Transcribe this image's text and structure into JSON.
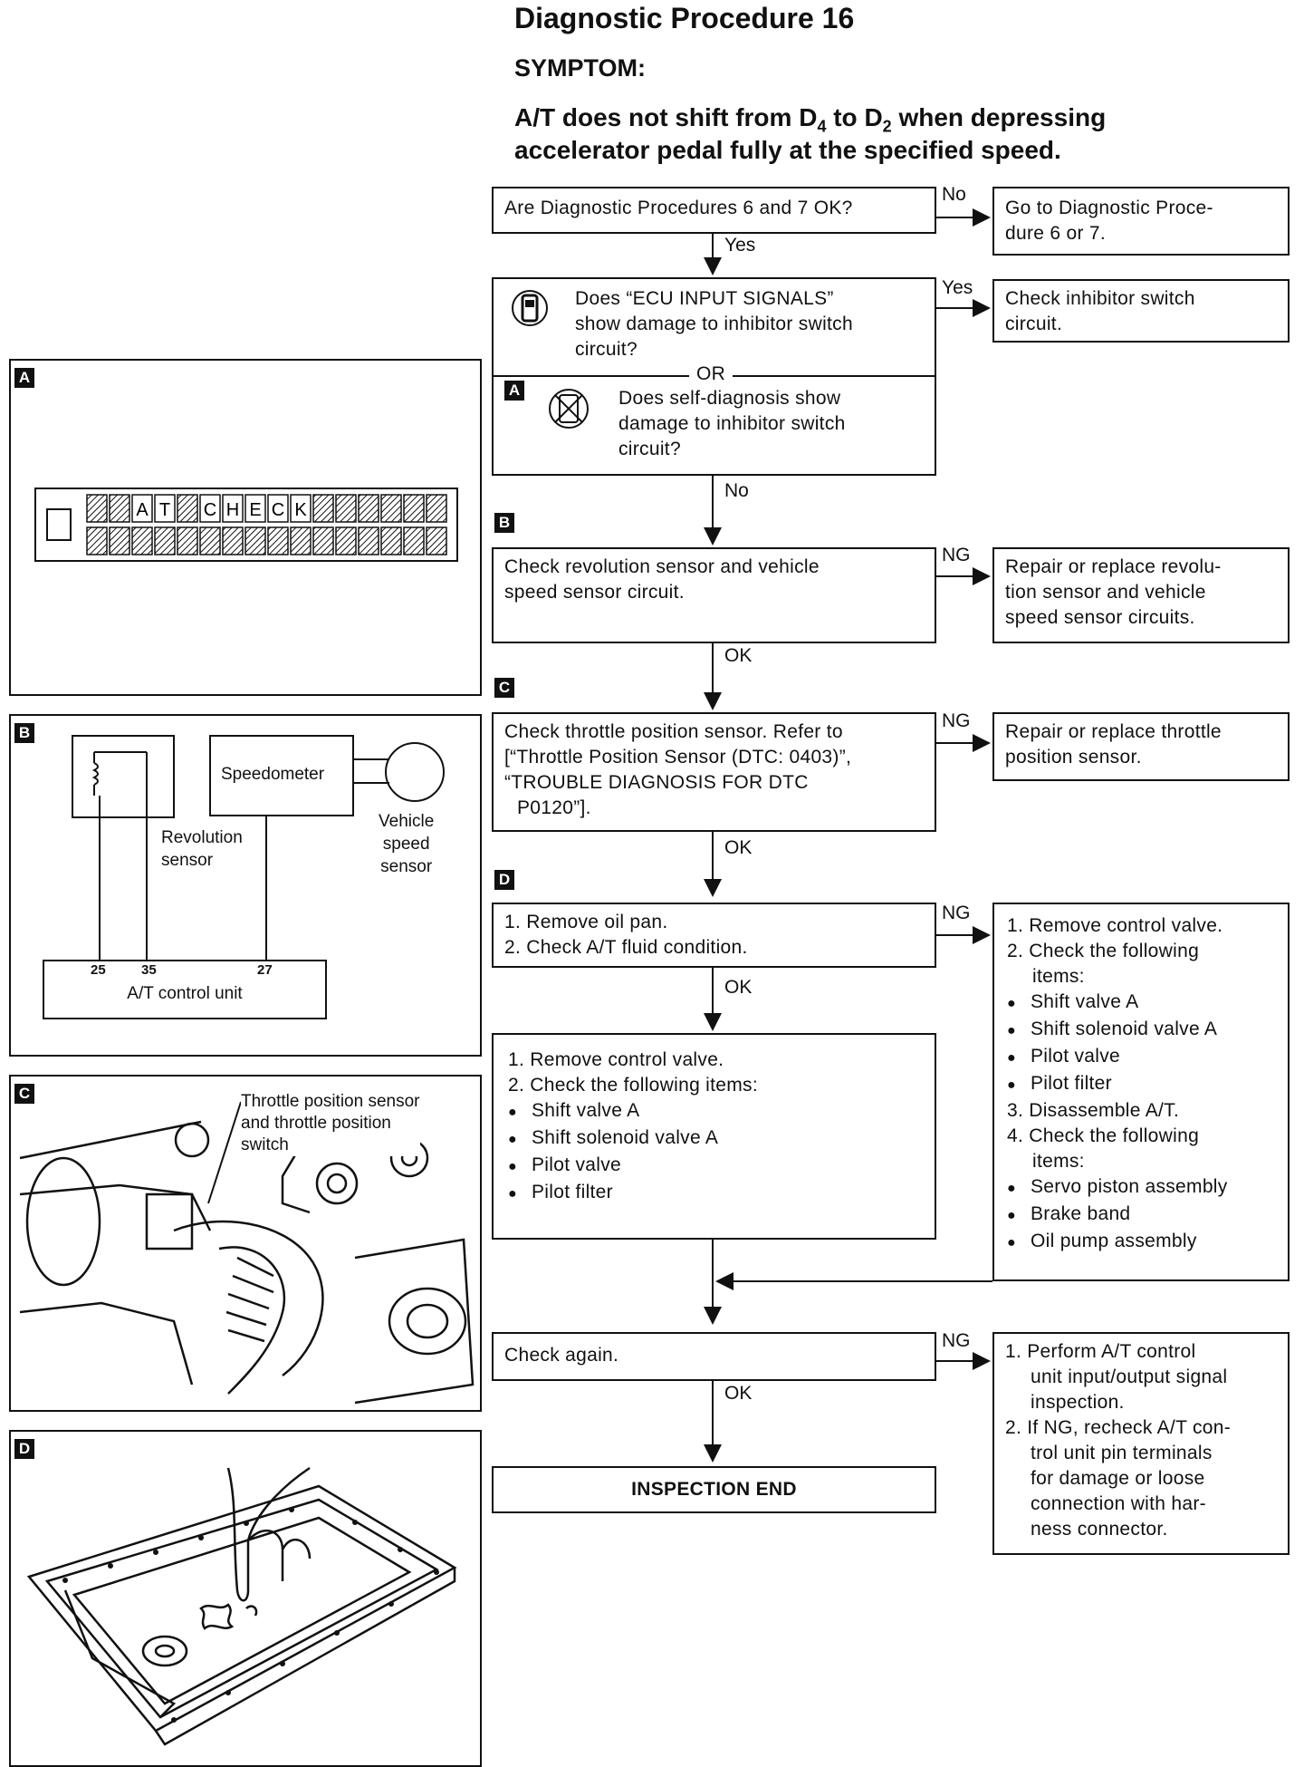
{
  "title": "Diagnostic Procedure 16",
  "symptom_label": "SYMPTOM:",
  "symptom_line1_a": "A/T does not shift from D",
  "symptom_sub1": "4",
  "symptom_line1_b": " to D",
  "symptom_sub2": "2",
  "symptom_line1_c": " when depressing",
  "symptom_line2": "accelerator pedal fully at the specified speed.",
  "flow": {
    "q1": "Are Diagnostic Procedures 6 and 7 OK?",
    "q1_no_label": "No",
    "q1_no_action": [
      "Go to Diagnostic Proce-",
      "dure 6 or 7."
    ],
    "q1_yes_label": "Yes",
    "q2a": [
      "Does “ECU INPUT SIGNALS”",
      "show damage to inhibitor switch",
      "circuit?"
    ],
    "or_label": "OR",
    "q2b": [
      "Does self-diagnosis show",
      "damage to inhibitor switch",
      "circuit?"
    ],
    "q2_yes_label": "Yes",
    "q2_yes_action": [
      "Check inhibitor switch",
      "circuit."
    ],
    "q2_no_label": "No",
    "q3": [
      "Check revolution sensor and vehicle",
      "speed sensor circuit."
    ],
    "q3_ng_label": "NG",
    "q3_ng_action": [
      "Repair or replace revolu-",
      "tion sensor and vehicle",
      "speed sensor circuits."
    ],
    "q3_ok_label": "OK",
    "q4": [
      "Check throttle position sensor. Refer to",
      "[“Throttle Position Sensor (DTC: 0403)”,",
      "“TROUBLE DIAGNOSIS FOR DTC",
      "P0120”]."
    ],
    "q4_ng_label": "NG",
    "q4_ng_action": [
      "Repair or replace throttle",
      "position sensor."
    ],
    "q4_ok_label": "OK",
    "q5": [
      "1. Remove oil pan.",
      "2. Check A/T fluid condition."
    ],
    "q5_ng_label": "NG",
    "q5_ng_action": [
      {
        "t": "1. Remove control valve.",
        "s": "num"
      },
      {
        "t": "2. Check the following",
        "s": "num"
      },
      {
        "t": "items:",
        "s": "ind"
      },
      {
        "t": "Shift valve A",
        "s": "bul"
      },
      {
        "t": "Shift solenoid valve A",
        "s": "bul"
      },
      {
        "t": "Pilot valve",
        "s": "bul"
      },
      {
        "t": "Pilot filter",
        "s": "bul"
      },
      {
        "t": "3. Disassemble A/T.",
        "s": "num"
      },
      {
        "t": "4. Check the following",
        "s": "num"
      },
      {
        "t": "items:",
        "s": "ind"
      },
      {
        "t": "Servo piston assembly",
        "s": "bul"
      },
      {
        "t": "Brake band",
        "s": "bul"
      },
      {
        "t": "Oil pump assembly",
        "s": "bul"
      }
    ],
    "q5_ok_label": "OK",
    "q6": [
      {
        "t": "1. Remove control valve.",
        "s": "num"
      },
      {
        "t": "2. Check the following items:",
        "s": "num"
      },
      {
        "t": "Shift valve A",
        "s": "bul"
      },
      {
        "t": "Shift solenoid valve A",
        "s": "bul"
      },
      {
        "t": "Pilot valve",
        "s": "bul"
      },
      {
        "t": "Pilot filter",
        "s": "bul"
      }
    ],
    "q7": "Check again.",
    "q7_ng_label": "NG",
    "q7_ng_action": [
      "1. Perform A/T control",
      "unit input/output signal",
      "inspection.",
      "2. If NG, recheck A/T con-",
      "trol unit pin terminals",
      "for damage or loose",
      "connection with har-",
      "ness connector."
    ],
    "q7_ok_label": "OK",
    "end": "INSPECTION END"
  },
  "tags": {
    "a": "A",
    "b": "B",
    "c": "C",
    "d": "D"
  },
  "panel_a": {
    "display": [
      "A",
      "T",
      "C",
      "H",
      "E",
      "C",
      "K"
    ]
  },
  "panel_b": {
    "speedometer": "Speedometer",
    "revolution_sensor": [
      "Revolution",
      "sensor"
    ],
    "vehicle_speed_sensor": [
      "Vehicle",
      "speed",
      "sensor"
    ],
    "pin1": "25",
    "pin2": "35",
    "pin3": "27",
    "control_unit": "A/T control unit"
  },
  "panel_c": {
    "label": [
      "Throttle position sensor",
      "and throttle position",
      "switch"
    ]
  }
}
